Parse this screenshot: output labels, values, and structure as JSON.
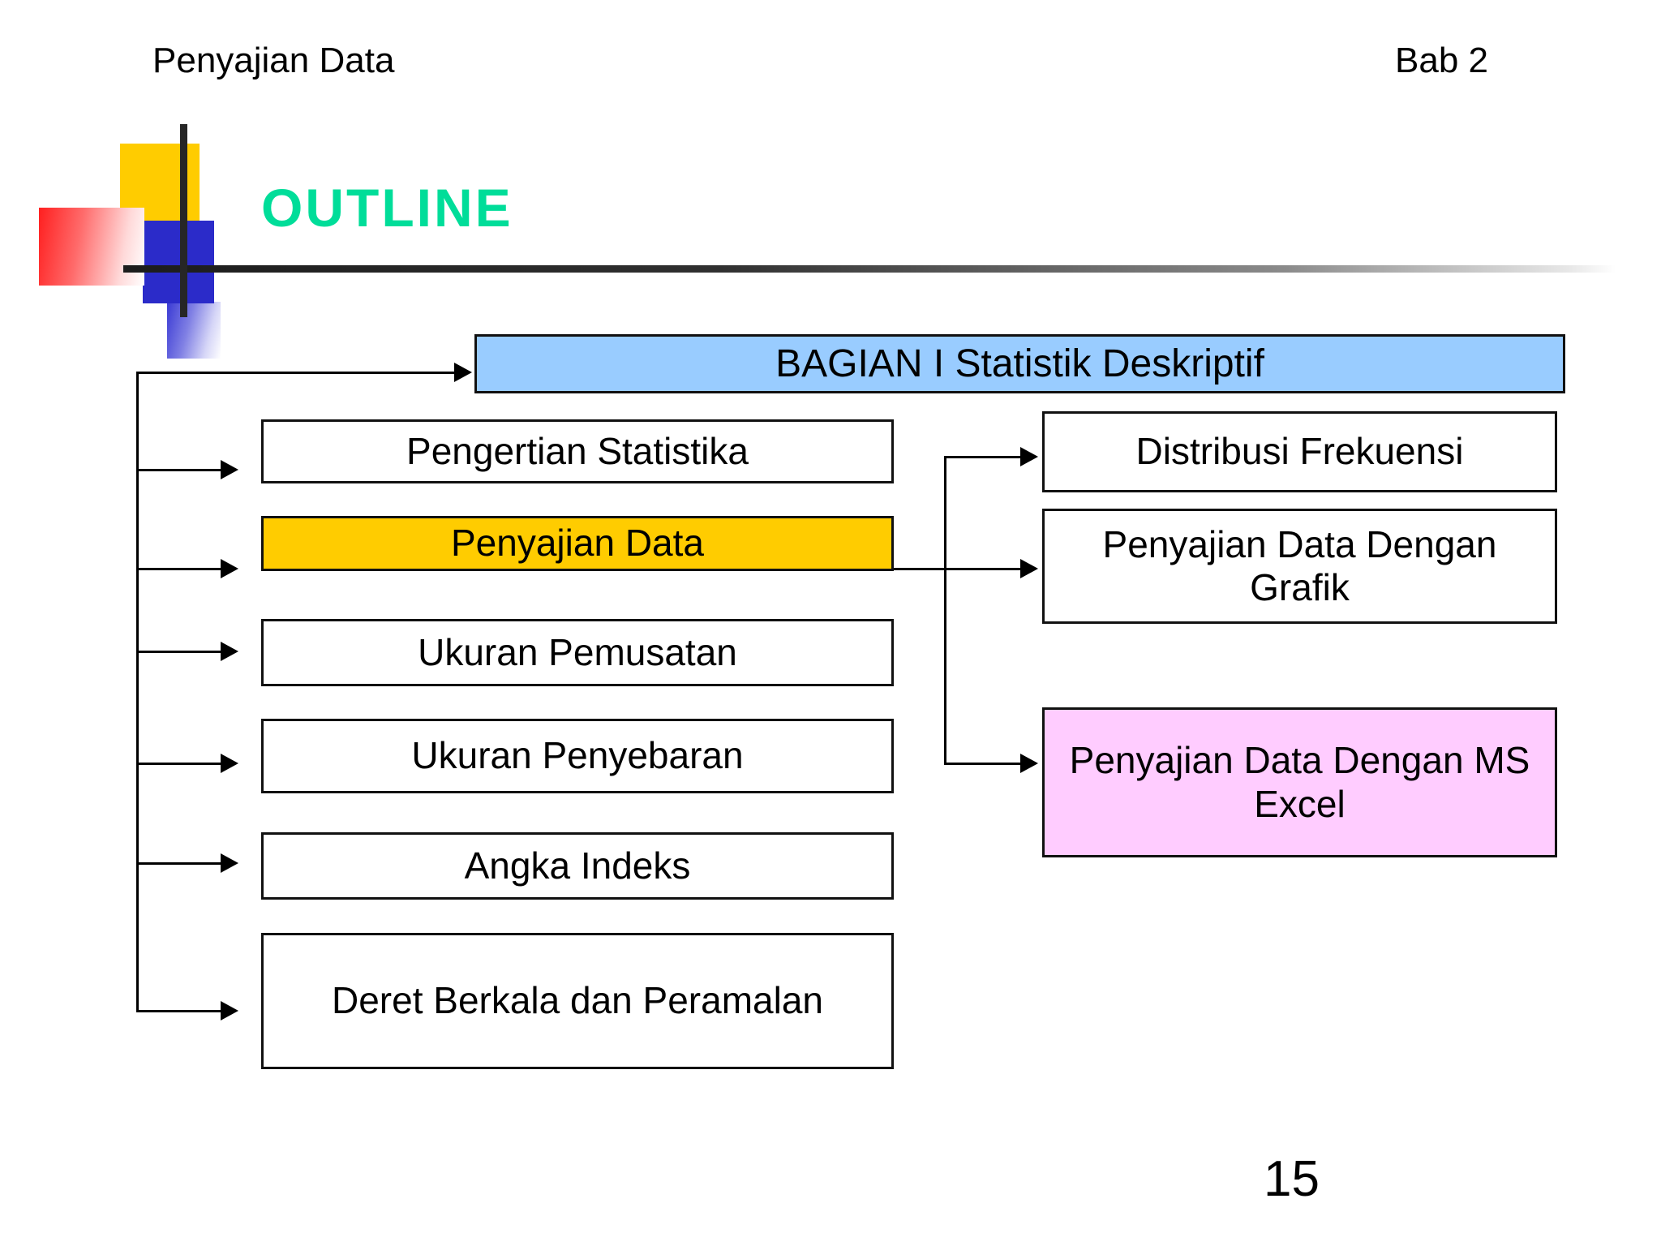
{
  "header": {
    "left_title": "Penyajian Data",
    "right_title": "Bab 2"
  },
  "title": {
    "text": "OUTLINE",
    "color": "#00DD99"
  },
  "diagram": {
    "root": {
      "label": "BAGIAN  I  Statistik Deskriptif",
      "fill": "#99CCFF"
    },
    "left_branch": [
      {
        "label": "Pengertian Statistika",
        "fill": "#FFFFFF"
      },
      {
        "label": "Penyajian Data",
        "fill": "#FFCC00"
      },
      {
        "label": "Ukuran Pemusatan",
        "fill": "#FFFFFF"
      },
      {
        "label": "Ukuran Penyebaran",
        "fill": "#FFFFFF"
      },
      {
        "label": "Angka Indeks",
        "fill": "#FFFFFF"
      },
      {
        "label": "Deret Berkala dan Peramalan",
        "fill": "#FFFFFF"
      }
    ],
    "right_branch": [
      {
        "label": "Distribusi Frekuensi",
        "fill": "#FFFFFF"
      },
      {
        "label": "Penyajian Data Dengan Grafik",
        "fill": "#FFFFFF"
      },
      {
        "label": "Penyajian Data Dengan MS Excel",
        "fill": "#FFCCFF"
      }
    ]
  },
  "footer": {
    "page_number": "15"
  },
  "decoration": {
    "yellow": "#FFCC00",
    "red": "#FF1F1F",
    "blue": "#2B2BC9",
    "rule": "#262626"
  }
}
